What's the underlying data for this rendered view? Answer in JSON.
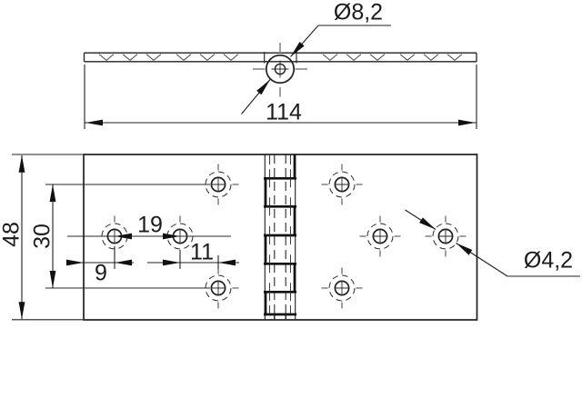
{
  "drawing": {
    "title": "butt hinge technical drawing",
    "views": {
      "top": "side view with pin barrel",
      "front": "plan view with knuckles and screw holes"
    },
    "labels": {
      "pin_diameter": "Ø8,2",
      "overall_length": "114",
      "leaf_height": "48",
      "hole_row_spacing": "30",
      "hole_pair_spacing": "19",
      "hole_offset": "11",
      "edge_margin": "9",
      "screw_hole_diameter": "Ø4,2"
    }
  }
}
